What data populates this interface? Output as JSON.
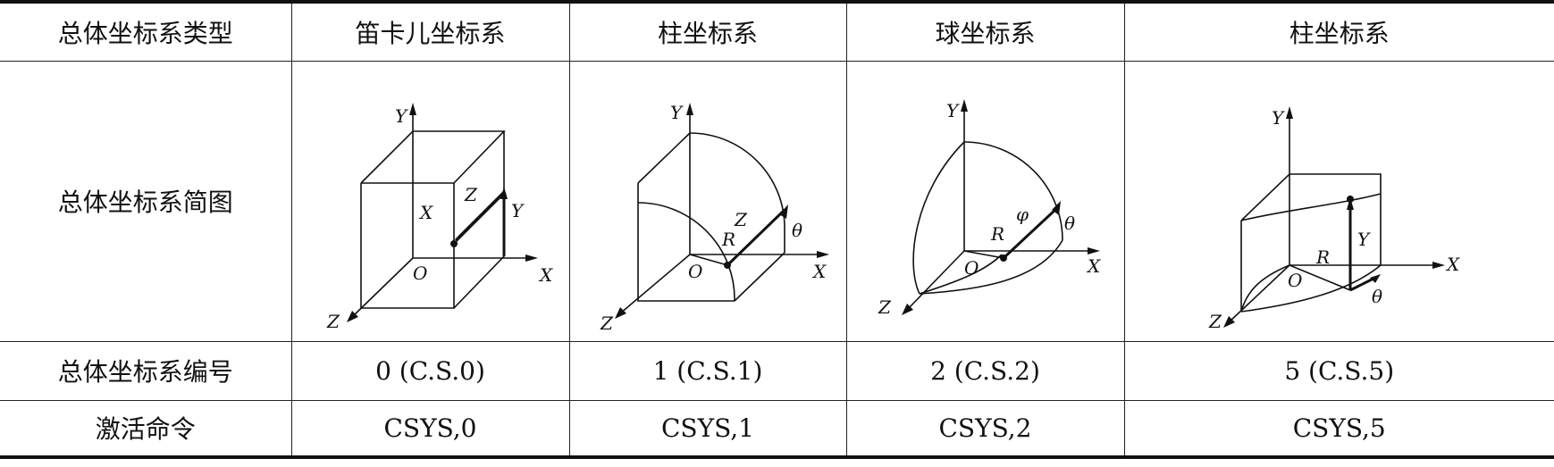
{
  "table": {
    "headers": [
      "总体坐标系类型",
      "笛卡儿坐标系",
      "柱坐标系",
      "球坐标系",
      "柱坐标系"
    ],
    "rows": [
      {
        "label": "总体坐标系简图",
        "cells": []
      },
      {
        "label": "总体坐标系编号",
        "cells": [
          "0 (C.S.0)",
          "1 (C.S.1)",
          "2 (C.S.2)",
          "5 (C.S.5)"
        ]
      },
      {
        "label": "激活命令",
        "cells": [
          "CSYS,0",
          "CSYS,1",
          "CSYS,2",
          "CSYS,5"
        ]
      }
    ]
  },
  "diagrams": [
    {
      "name": "cartesian",
      "labels": {
        "y": "Y",
        "x": "X",
        "z": "Z",
        "o": "O",
        "px": "X",
        "pz": "Z",
        "py": "Y"
      }
    },
    {
      "name": "cylindrical-1",
      "labels": {
        "y": "Y",
        "x": "X",
        "z": "Z",
        "o": "O",
        "r": "R",
        "pz": "Z",
        "theta": "θ"
      }
    },
    {
      "name": "spherical",
      "labels": {
        "y": "Y",
        "x": "X",
        "z": "Z",
        "o": "O",
        "r": "R",
        "phi": "φ",
        "theta": "θ"
      }
    },
    {
      "name": "cylindrical-5",
      "labels": {
        "y": "Y",
        "x": "X",
        "z": "Z",
        "o": "O",
        "r": "R",
        "py": "Y",
        "theta": "θ"
      }
    }
  ]
}
